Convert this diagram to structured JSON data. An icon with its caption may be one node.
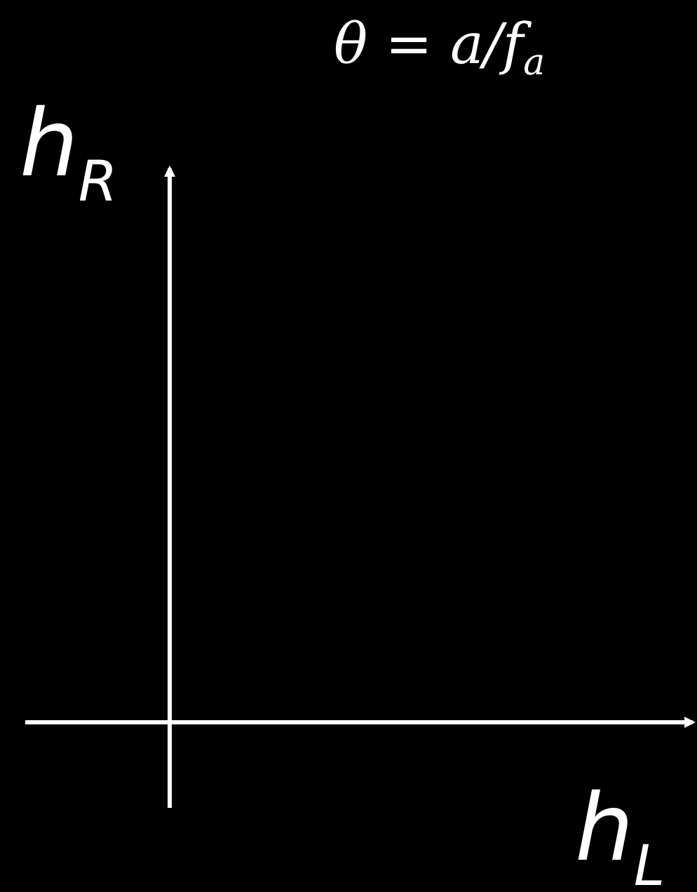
{
  "diagram": {
    "labels": [
      "θ = a/f$_{a}$",
      "h$_{R}$",
      "h$_{L}$"
    ]
  }
}
